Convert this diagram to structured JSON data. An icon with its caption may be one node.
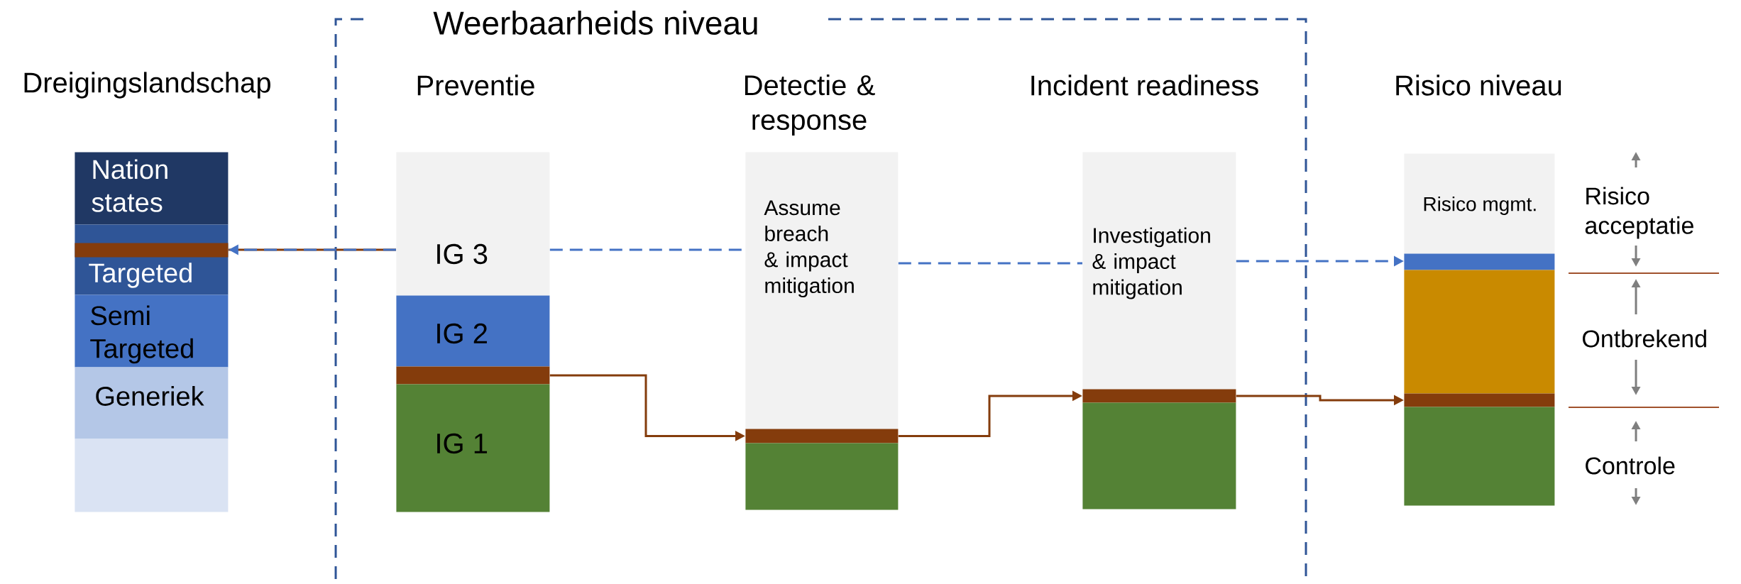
{
  "diagram": {
    "nodes": [
      {
        "text": [
          "Weerbaarheids niveau"
        ]
      },
      {
        "text": [
          "Nation states"
        ]
      },
      {
        "text": [
          "Targeted"
        ]
      },
      {
        "text": [],
        "shape": "bar",
        "in": 2
      },
      {
        "text": [
          "Semi Targeted"
        ]
      },
      {
        "text": [
          "Generiek"
        ]
      },
      {
        "text": [],
        "shape": "bar"
      },
      {
        "text": [
          "IG 3"
        ],
        "in": 0
      },
      {
        "text": [
          "IG 2"
        ],
        "in": 0
      },
      {
        "text": [],
        "shape": "bar",
        "in": 0
      },
      {
        "text": [
          "IG 1"
        ],
        "in": 0
      },
      {
        "text": [
          "Assume breach & impact mitigation"
        ],
        "in": 0
      },
      {
        "text": [],
        "shape": "bar",
        "in": 0
      },
      {
        "text": [],
        "shape": "bar",
        "in": 0
      },
      {
        "text": [
          "Investigation & impact mitigation"
        ],
        "in": 0
      },
      {
        "text": [],
        "shape": "bar",
        "in": 0
      },
      {
        "text": [],
        "shape": "bar",
        "in": 0
      },
      {
        "text": [
          "Risico mgmt."
        ]
      },
      {
        "text": [],
        "shape": "bar"
      },
      {
        "text": [],
        "shape": "bar"
      },
      {
        "text": [],
        "shape": "bar"
      },
      {
        "text": [],
        "shape": "bar"
      }
    ],
    "edges": [
      {
        "from": 7,
        "to": 3,
        "arrow": "none",
        "color": "#843c0c"
      },
      {
        "from": 7,
        "to": 3,
        "arrow": "to",
        "style": "dashed",
        "color": "#4472c4"
      },
      {
        "from": 7,
        "to": 11,
        "arrow": "none",
        "style": "dashed",
        "color": "#4472c4"
      },
      {
        "from": 11,
        "to": 14,
        "arrow": "none",
        "style": "dashed",
        "color": "#4472c4"
      },
      {
        "from": 14,
        "to": 18,
        "arrow": "to",
        "style": "dashed",
        "color": "#4472c4"
      },
      {
        "from": 9,
        "to": 12,
        "arrow": "to",
        "color": "#843c0c"
      },
      {
        "from": 12,
        "to": 15,
        "arrow": "to",
        "color": "#843c0c"
      },
      {
        "from": 15,
        "to": 20,
        "arrow": "to",
        "color": "#843c0c"
      }
    ],
    "labels": [
      "Dreigingslandschap",
      "Preventie",
      "Detectie & response",
      "Incident readiness",
      "Risico niveau",
      "Risico acceptatie",
      "Ontbrekend",
      "Controle"
    ]
  }
}
